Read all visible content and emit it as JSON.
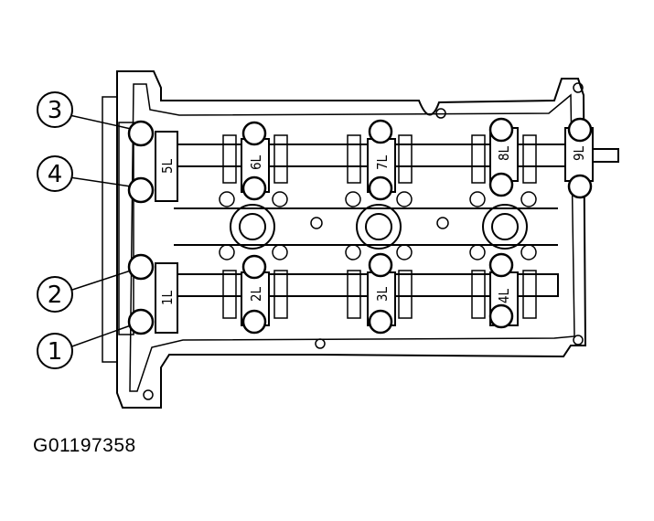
{
  "figure": {
    "id_text": "G01197358"
  },
  "callouts": [
    {
      "number": "3"
    },
    {
      "number": "4"
    },
    {
      "number": "2"
    },
    {
      "number": "1"
    }
  ],
  "caps": [
    {
      "label": "5L"
    },
    {
      "label": "1L"
    },
    {
      "label": "6L"
    },
    {
      "label": "2L"
    },
    {
      "label": "7L"
    },
    {
      "label": "3L"
    },
    {
      "label": "8L"
    },
    {
      "label": "4L"
    },
    {
      "label": "9L"
    }
  ],
  "colors": {
    "ink": "#000000",
    "paper": "#ffffff"
  }
}
